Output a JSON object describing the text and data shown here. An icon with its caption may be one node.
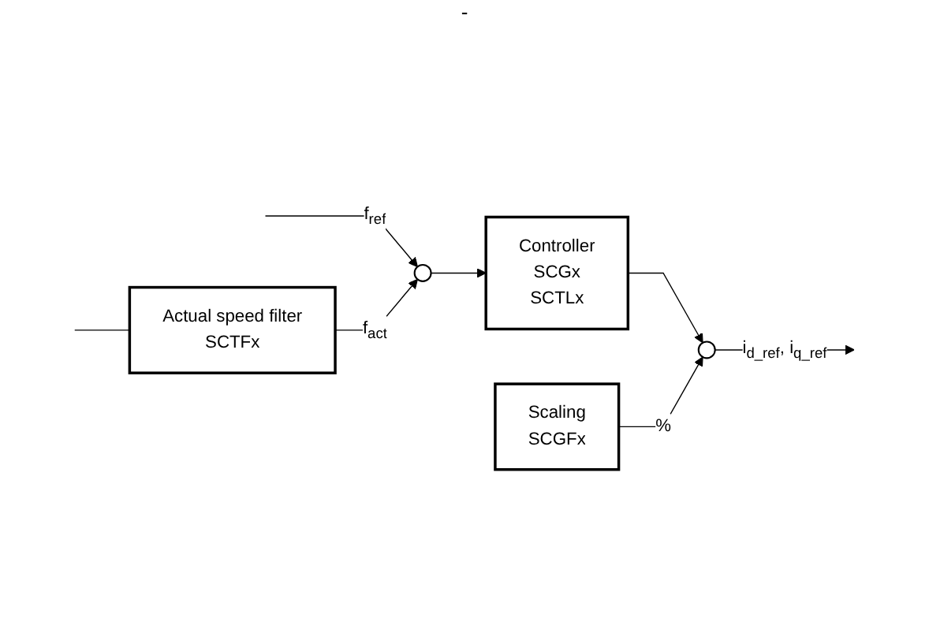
{
  "diagram": {
    "nodes": [
      {
        "text": [],
        "shape": "circle"
      },
      {
        "text": [
          "Controller",
          "SCGx",
          "SCTLx"
        ]
      },
      {
        "text": [
          "Scaling",
          "SCGFx"
        ]
      },
      {
        "text": [],
        "shape": "circle"
      },
      {
        "text": [
          "Actual speed filter",
          "SCTFx"
        ]
      }
    ],
    "edges": [
      {
        "from": null,
        "to": 0,
        "arrow": "to",
        "label": "f$_{ref}$"
      },
      {
        "from": 0,
        "to": 1,
        "arrow": "to"
      },
      {
        "from": 1,
        "to": 3,
        "arrow": "to"
      },
      {
        "from": 2,
        "to": 3,
        "arrow": "to",
        "label": "%"
      },
      {
        "from": 3,
        "to": null,
        "arrow": "to",
        "label": "i$_{d_ref}$, i$_{q_ref}$"
      },
      {
        "from": null,
        "to": 4,
        "arrow": "none"
      },
      {
        "from": 4,
        "to": 0,
        "arrow": "to",
        "label": "f$_{act}$"
      }
    ],
    "labels": [
      "-"
    ]
  }
}
